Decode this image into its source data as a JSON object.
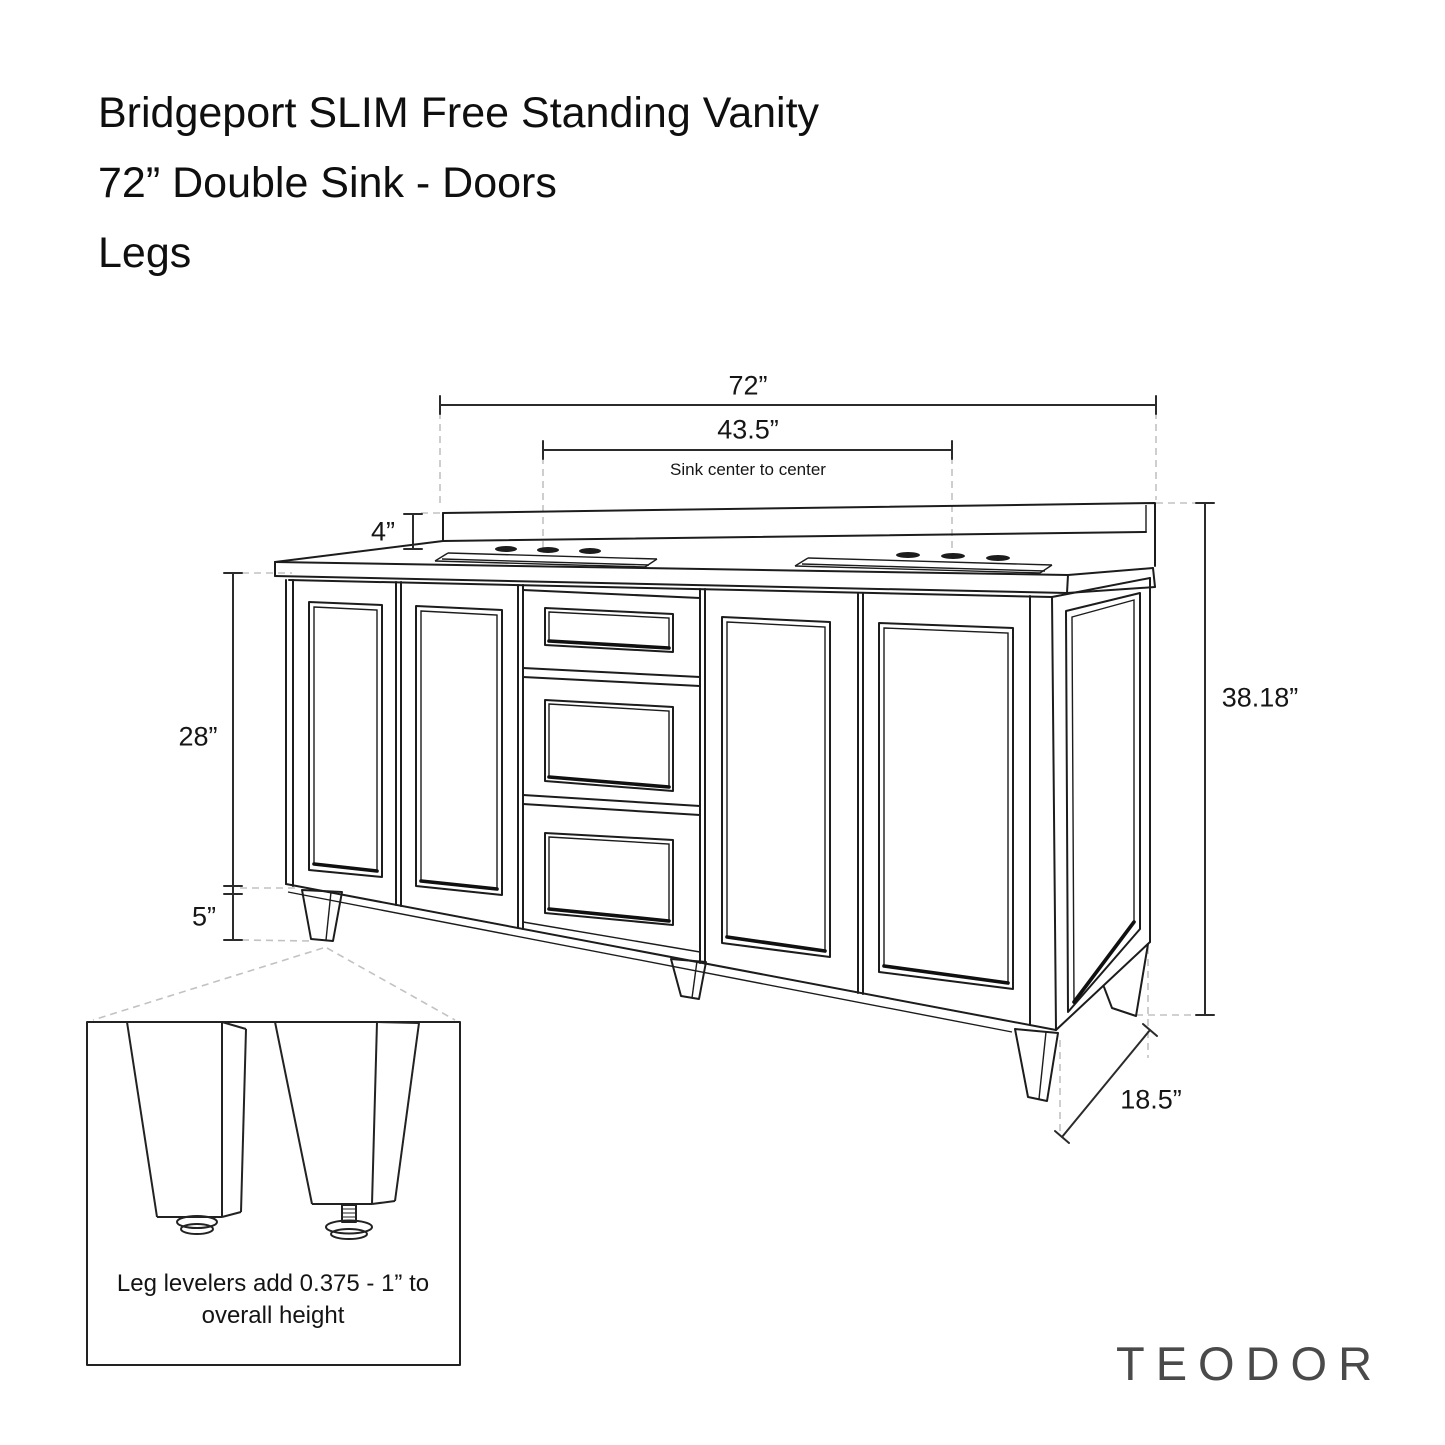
{
  "title": {
    "lines": [
      "Bridgeport SLIM Free Standing Vanity",
      "72” Double Sink - Doors",
      "Legs"
    ]
  },
  "dimensions": {
    "overall_width": "72”",
    "sink_center_to_center": "43.5”",
    "sink_center_note": "Sink center to center",
    "backsplash_height": "4”",
    "cabinet_body_height": "28”",
    "leg_height": "5”",
    "overall_height": "38.18”",
    "depth": "18.5”"
  },
  "inset_detail": {
    "note_line1": "Leg levelers add 0.375 - 1” to",
    "note_line2": "overall height"
  },
  "brand": {
    "logo_text": "TEODOR"
  },
  "style": {
    "line_color": "#1c1c1c",
    "dimension_color": "#2b2b2b",
    "dashed_color": "#c2c2c2",
    "background": "#ffffff",
    "text_color": "#111111"
  }
}
